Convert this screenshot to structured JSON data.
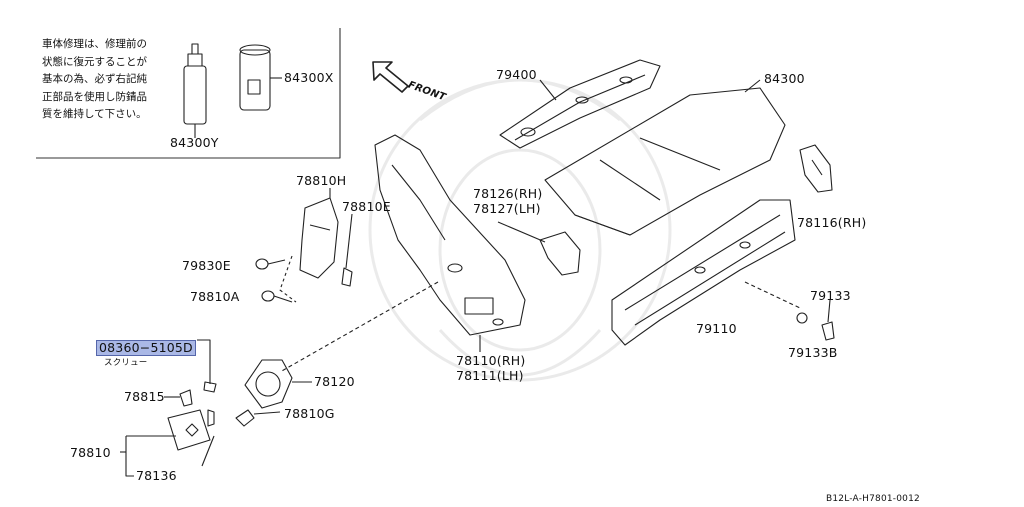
{
  "note": {
    "lines": [
      "車体修理は、修理前の",
      "状態に復元することが",
      "基本の為、必ず右記純",
      "正部品を使用し防錆品",
      "質を維持して下さい。"
    ]
  },
  "front_label": "FRONT",
  "parts": {
    "p84300Y": "84300Y",
    "p84300X": "84300X",
    "p79400": "79400",
    "p84300": "84300",
    "p78810H": "78810H",
    "p78810E": "78810E",
    "p79830E": "79830E",
    "p78810A": "78810A",
    "p78126": "78126(RH)",
    "p78127": "78127(LH)",
    "p78116": "78116(RH)",
    "p79133": "79133",
    "p79110": "79110",
    "p79133B": "79133B",
    "p08360": "08360−5105D",
    "p08360_sub": "スクリュー",
    "p78815": "78815",
    "p78120": "78120",
    "p78810G": "78810G",
    "p78110": "78110(RH)",
    "p78111": "78111(LH)",
    "p78810": "78810",
    "p78136": "78136"
  },
  "diagram_code": "B12L-A-H7801-0012",
  "colors": {
    "highlight": "#aab8e6",
    "ink": "#222222"
  }
}
